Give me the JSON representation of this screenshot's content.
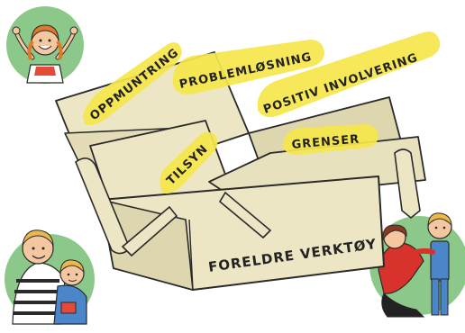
{
  "illustration": {
    "toolbox_label": "FORELDRE VERKTØY",
    "labels": [
      {
        "text": "OPPMUNTRING"
      },
      {
        "text": "PROBLEMLØSNING"
      },
      {
        "text": "POSITIV INVOLVERING"
      },
      {
        "text": "TILSYN"
      },
      {
        "text": "GRENSER"
      }
    ]
  },
  "colors": {
    "box_fill": "#ece6c4",
    "box_shade": "#d9d2a8",
    "outline": "#2a2a2a",
    "highlight": "#f5e64a",
    "badge_green": "#8cc88a"
  },
  "icons": [
    "child-thumbs-up-icon",
    "parent-hugging-child-icon",
    "parent-dressing-child-icon"
  ]
}
